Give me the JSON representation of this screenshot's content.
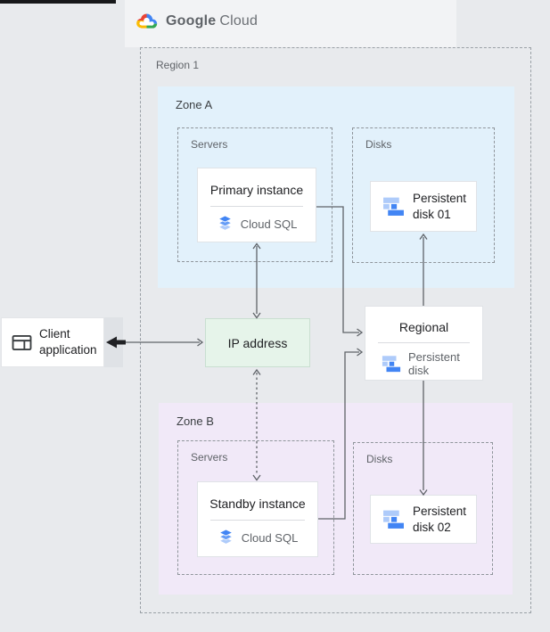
{
  "colors": {
    "page_bg": "#e8eaed",
    "band_bg": "#f2f3f5",
    "zone_a_bg": "#e2f1fb",
    "zone_b_bg": "#f1e9f8",
    "ip_bg": "#e6f4ea",
    "card_bg": "#ffffff",
    "line": "#5f6368",
    "blue_dark": "#4285f4",
    "blue_mid": "#669df6",
    "blue_light": "#aecbfa"
  },
  "logo": {
    "google": "Google",
    "cloud": "Cloud"
  },
  "region": {
    "label": "Region 1"
  },
  "zone_a": {
    "label": "Zone A",
    "servers_label": "Servers",
    "primary": {
      "title": "Primary instance",
      "service": "Cloud SQL"
    },
    "disks_label": "Disks",
    "disk": {
      "title": "Persistent disk 01"
    }
  },
  "zone_b": {
    "label": "Zone B",
    "servers_label": "Servers",
    "standby": {
      "title": "Standby instance",
      "service": "Cloud SQL"
    },
    "disks_label": "Disks",
    "disk": {
      "title": "Persistent disk 02"
    }
  },
  "ip": {
    "label": "IP address"
  },
  "regional": {
    "title": "Regional",
    "service": "Persistent disk"
  },
  "client": {
    "label": "Client application"
  }
}
